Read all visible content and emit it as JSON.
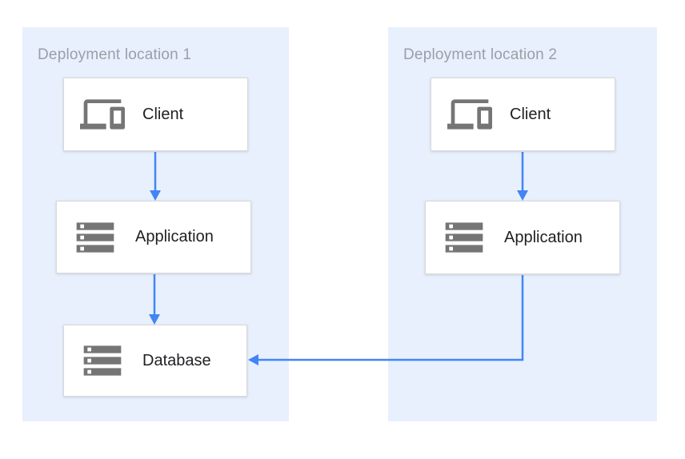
{
  "colors": {
    "canvas_bg": "#ffffff",
    "panel_bg": "#e8f0fe",
    "panel_label": "#9aa0a6",
    "arrow": "#4285f4",
    "icon_gray": "#757575",
    "box_border": "#d9d9d9",
    "box_label": "#202124"
  },
  "diagram": {
    "zones": [
      {
        "label": "Deployment location 1",
        "nodes": [
          {
            "id": "client-1",
            "label": "Client",
            "icon": "devices-icon"
          },
          {
            "id": "application-1",
            "label": "Application",
            "icon": "server-stack-icon"
          },
          {
            "id": "database-1",
            "label": "Database",
            "icon": "server-stack-icon"
          }
        ]
      },
      {
        "label": "Deployment location 2",
        "nodes": [
          {
            "id": "client-2",
            "label": "Client",
            "icon": "devices-icon"
          },
          {
            "id": "application-2",
            "label": "Application",
            "icon": "server-stack-icon"
          }
        ]
      }
    ],
    "connections": [
      {
        "from": "client-1",
        "to": "application-1"
      },
      {
        "from": "application-1",
        "to": "database-1"
      },
      {
        "from": "client-2",
        "to": "application-2"
      },
      {
        "from": "application-2",
        "to": "database-1"
      }
    ]
  }
}
